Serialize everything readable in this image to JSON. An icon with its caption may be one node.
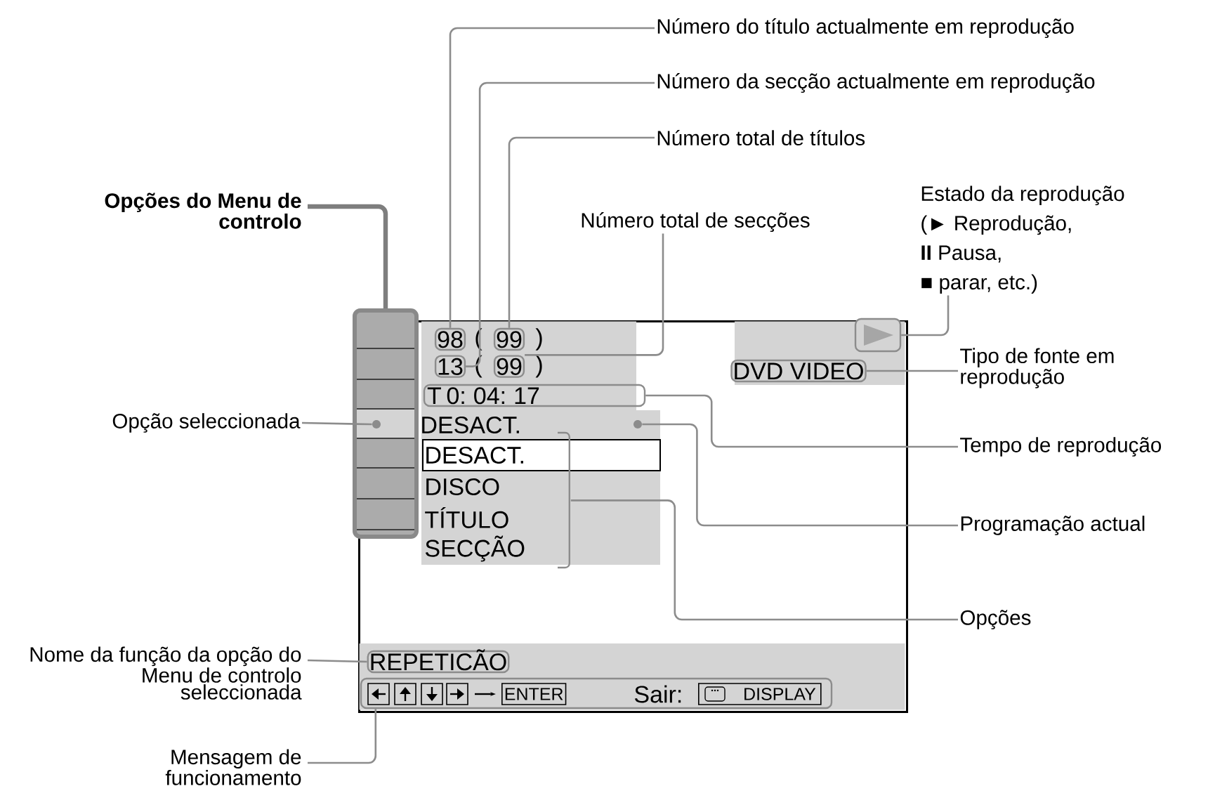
{
  "diagram": {
    "nodes": [
      {
        "text": [
          "Número do título actualmente em reprodução"
        ]
      },
      {
        "text": [
          "Número da secção actualmente em reprodução"
        ]
      },
      {
        "text": [
          "Número total de títulos"
        ]
      },
      {
        "text": [
          "Número total de secções"
        ]
      },
      {
        "text": [
          "Estado da reprodução (► Reprodução, **II** Pausa, ■ parar, etc.)"
        ]
      },
      {
        "text": [
          "Tipo de fonte em reprodução"
        ]
      },
      {
        "text": [
          "Tempo de reprodução"
        ]
      },
      {
        "text": [
          "Programação actual"
        ]
      },
      {
        "text": [
          "Opções"
        ]
      },
      {
        "text": [
          "Opções do Menu de controlo"
        ]
      },
      {
        "text": [
          "Opção seleccionada"
        ]
      },
      {
        "text": [
          "Nome da função da opção do Menu de controlo seleccionada"
        ]
      },
      {
        "text": [
          "Mensagem de funcionamento"
        ]
      },
      {
        "text": [],
        "shape": "box"
      },
      {
        "text": [],
        "shape": "box",
        "in": 13
      },
      {
        "text": [],
        "shape": "circle",
        "in": 14
      },
      {
        "text": [
          "98"
        ],
        "in": 13
      },
      {
        "text": [
          "99"
        ],
        "in": 13
      },
      {
        "text": [
          "13"
        ],
        "in": 13
      },
      {
        "text": [
          "99"
        ],
        "in": 13
      },
      {
        "text": [],
        "shape": "box",
        "in": 13
      },
      {
        "text": [
          "DVD VIDEO"
        ],
        "in": 13
      },
      {
        "text": [
          "T 0: 04: 17"
        ],
        "in": 13
      },
      {
        "text": [],
        "shape": "circle",
        "in": 13
      },
      {
        "text": [
          "DESACT.",
          "DISCO",
          "TÍTULO",
          "SECÇÃO"
        ],
        "in": 13
      },
      {
        "text": [
          "REPETICÃO"
        ],
        "in": 13
      },
      {
        "text": [
          "ENTER",
          "Sair:",
          "DISPLAY"
        ],
        "in": 13
      }
    ],
    "edges": [
      {
        "from": 0,
        "to": 16,
        "arrow": "none"
      },
      {
        "from": 1,
        "to": 18,
        "arrow": "none"
      },
      {
        "from": 2,
        "to": 17,
        "arrow": "none"
      },
      {
        "from": 3,
        "to": 19,
        "arrow": "none"
      },
      {
        "from": 4,
        "to": 20,
        "arrow": "none"
      },
      {
        "from": 5,
        "to": 21,
        "arrow": "none"
      },
      {
        "from": 6,
        "to": 22,
        "arrow": "none"
      },
      {
        "from": 7,
        "to": 23,
        "arrow": "none"
      },
      {
        "from": 8,
        "to": 24,
        "arrow": "none"
      },
      {
        "from": 9,
        "to": 14,
        "arrow": "none",
        "style": "thick"
      },
      {
        "from": 10,
        "to": 15,
        "arrow": "none"
      },
      {
        "from": 11,
        "to": 25,
        "arrow": "none"
      },
      {
        "from": 12,
        "to": 26,
        "arrow": "none"
      }
    ],
    "labels": [
      "(",
      ")",
      "(",
      ")",
      "DESACT."
    ]
  }
}
